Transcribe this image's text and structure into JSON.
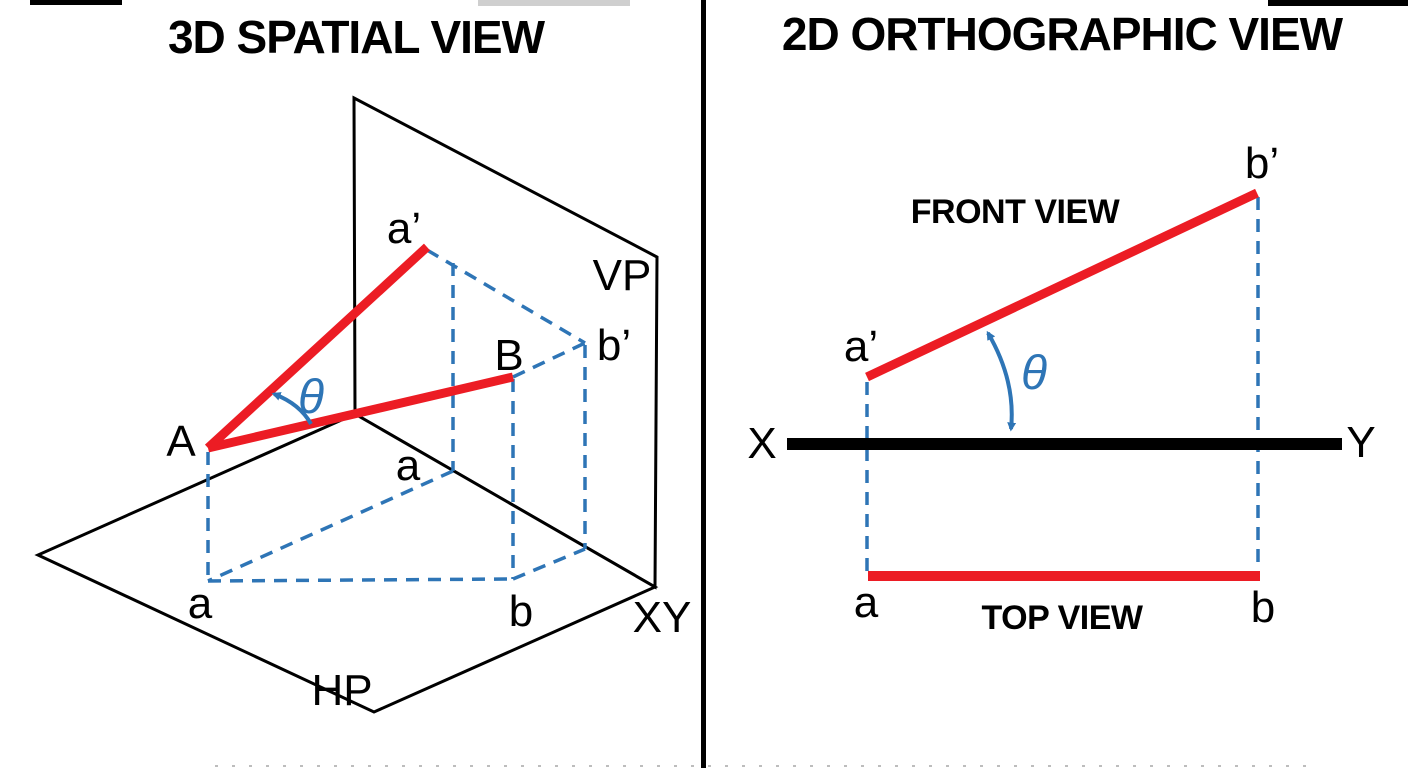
{
  "colors": {
    "red": "#ec1c24",
    "blue": "#2e75b6",
    "black": "#000000",
    "artifact_gray": "#cfcfcf"
  },
  "left_panel": {
    "title": "3D SPATIAL VIEW",
    "labels": {
      "a_prime": "a’",
      "vp": "VP",
      "B": "B",
      "b_prime": "b’",
      "A": "A",
      "theta": "θ",
      "a_fold": "a",
      "a_top": "a",
      "b_top": "b",
      "xy": "XY",
      "hp": "HP"
    }
  },
  "right_panel": {
    "title": "2D ORTHOGRAPHIC VIEW",
    "front_view_caption": "FRONT VIEW",
    "top_view_caption": "TOP VIEW",
    "labels": {
      "a_prime": "a’",
      "b_prime": "b’",
      "a": "a",
      "b": "b",
      "X": "X",
      "Y": "Y",
      "theta": "θ"
    }
  }
}
